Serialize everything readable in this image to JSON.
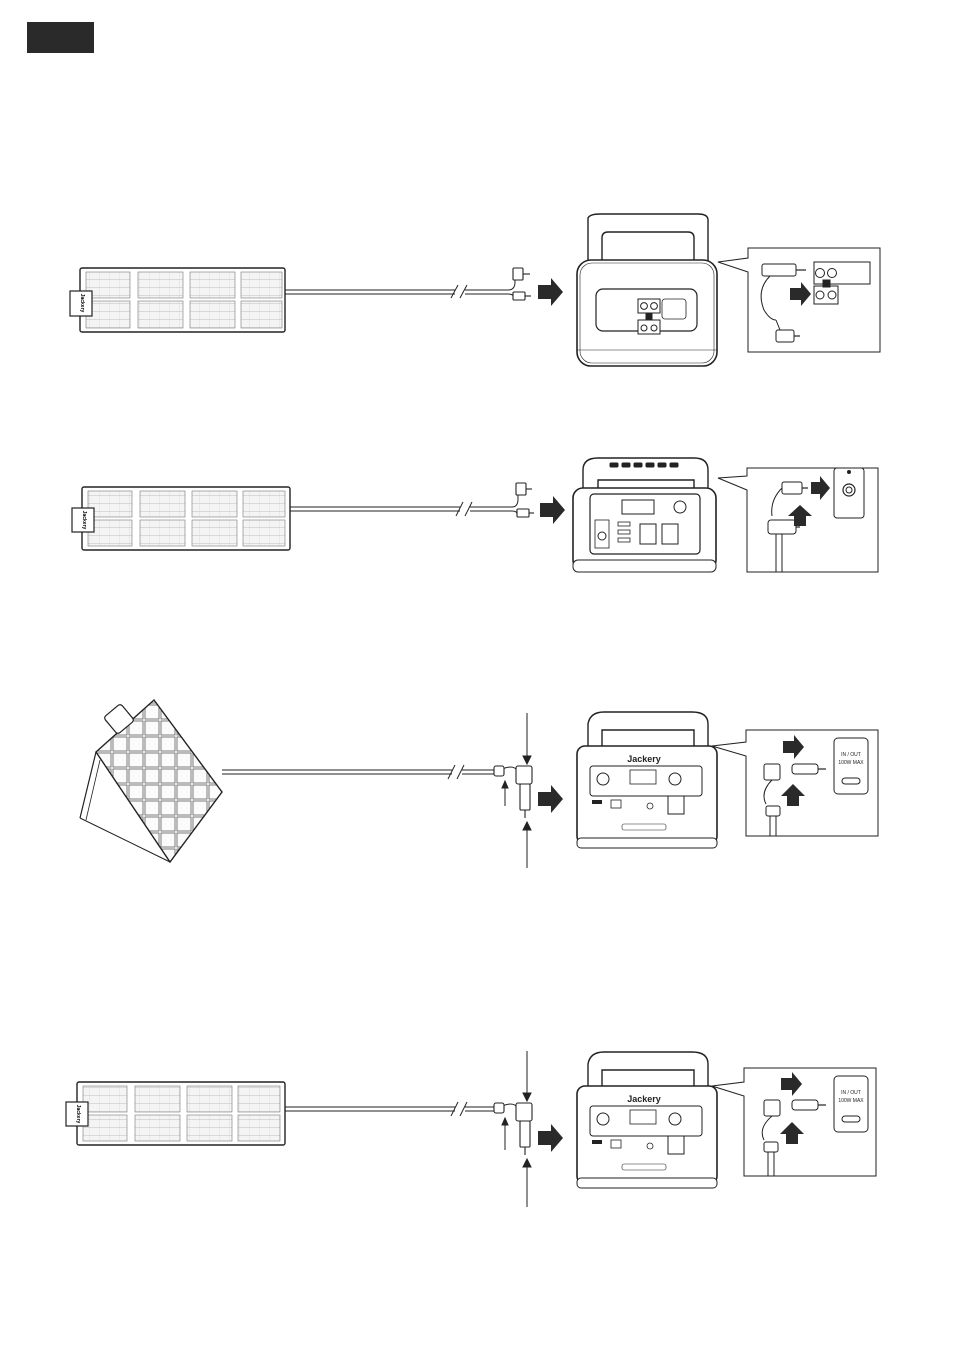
{
  "header": {
    "tab_color": "#2a2a2a"
  },
  "colors": {
    "stroke": "#222222",
    "arrow": "#2a2a2a",
    "panel_fill": "#f2f2f2",
    "unit_fill": "#ffffff"
  },
  "brand": {
    "logo_text": "Jackery"
  },
  "diagrams": [
    {
      "id": "row1",
      "panel_type": "foldable",
      "station_type": "explorer-rounded",
      "inset_type": "dual-port"
    },
    {
      "id": "row2",
      "panel_type": "foldable",
      "station_type": "explorer-ridged",
      "inset_type": "dc-port"
    },
    {
      "id": "row3",
      "panel_type": "tilted",
      "station_type": "explorer-plus",
      "inset_type": "usbc-port",
      "inset_label_line1": "IN / OUT",
      "inset_label_line2": "100W MAX"
    },
    {
      "id": "row4",
      "panel_type": "foldable",
      "station_type": "explorer-plus",
      "inset_type": "usbc-port",
      "inset_label_line1": "IN / OUT",
      "inset_label_line2": "100W MAX"
    }
  ]
}
